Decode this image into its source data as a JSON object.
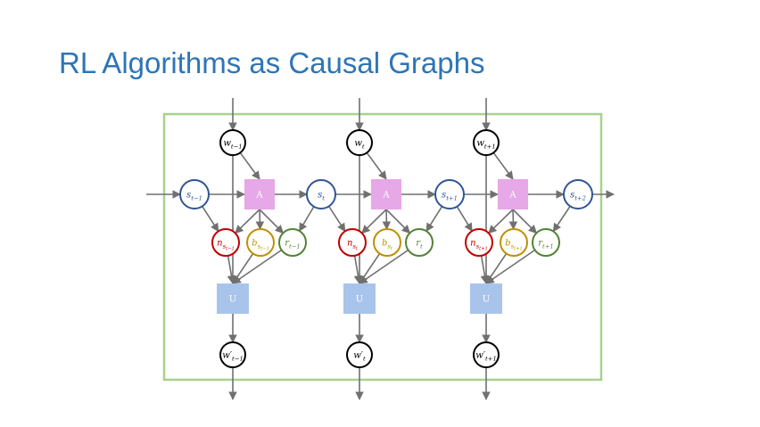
{
  "slide": {
    "title": "RL Algorithms as Causal Graphs"
  },
  "colors": {
    "title": "#2e75b6",
    "frame": "#a9d18e",
    "state": "#2f5597",
    "weight": "#000000",
    "n_node": "#c00000",
    "b_node": "#bf9000",
    "r_node": "#548235",
    "box_A": "#e6a8e6",
    "box_U": "#a9c4eb",
    "arrow": "#707070"
  },
  "diagram": {
    "columns": [
      {
        "w": {
          "base": "w",
          "sub": "t−1"
        },
        "w_prime": {
          "base": "w′",
          "sub": "t−1"
        },
        "n": {
          "base": "n",
          "sub": "s",
          "subsub": "t−1"
        },
        "b": {
          "base": "b",
          "sub": "s",
          "subsub": "t−1"
        },
        "r": {
          "base": "r",
          "sub": "t−1"
        },
        "A": "A",
        "U": "U"
      },
      {
        "w": {
          "base": "w",
          "sub": "t"
        },
        "w_prime": {
          "base": "w′",
          "sub": "t"
        },
        "n": {
          "base": "n",
          "sub": "s",
          "subsub": "t"
        },
        "b": {
          "base": "b",
          "sub": "s",
          "subsub": "t"
        },
        "r": {
          "base": "r",
          "sub": "t"
        },
        "A": "A",
        "U": "U"
      },
      {
        "w": {
          "base": "w",
          "sub": "t+1"
        },
        "w_prime": {
          "base": "w′",
          "sub": "t+1"
        },
        "n": {
          "base": "n",
          "sub": "s",
          "subsub": "t+1"
        },
        "b": {
          "base": "b",
          "sub": "s",
          "subsub": "t+1"
        },
        "r": {
          "base": "r",
          "sub": "t+1"
        },
        "A": "A",
        "U": "U"
      }
    ],
    "states": [
      {
        "base": "s",
        "sub": "t−1"
      },
      {
        "base": "s",
        "sub": "t"
      },
      {
        "base": "s",
        "sub": "t+1"
      },
      {
        "base": "s",
        "sub": "t+2"
      }
    ]
  }
}
